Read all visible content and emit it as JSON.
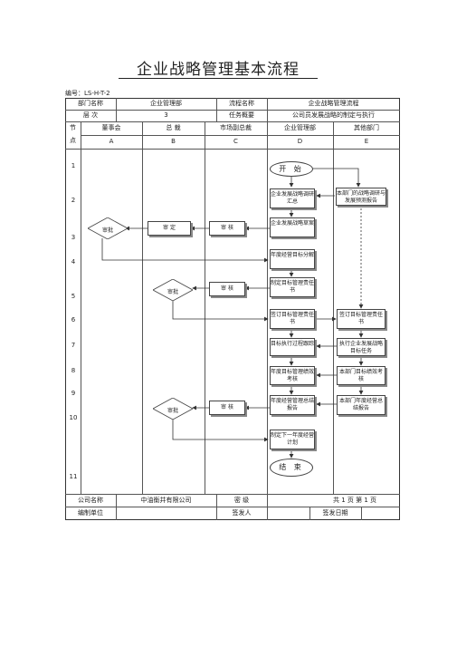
{
  "title": "企业战略管理基本流程",
  "code": "编号：LS-H-T-2",
  "header": {
    "dept_label": "部门名称",
    "dept_value": "企业管理部",
    "flow_label": "流程名称",
    "flow_value": "企业战略管理流程",
    "level_label": "层    次",
    "level_value": "3",
    "overview_label": "任务概要",
    "overview_value": "公司员发展战略的制定与执行"
  },
  "lane_header": {
    "node_label_1": "节",
    "node_label_2": "点",
    "lanes": [
      "董事会",
      "总  裁",
      "市场副总裁",
      "企业管理部",
      "其他部门"
    ],
    "letters": [
      "A",
      "B",
      "C",
      "D",
      "E"
    ]
  },
  "rows": [
    "1",
    "2",
    "3",
    "4",
    "5",
    "6",
    "7",
    "8",
    "9",
    "10",
    "11"
  ],
  "flow": {
    "start": "开 始",
    "end": "结 束",
    "d_collect": "企业发展战略调研汇总",
    "e_report": "本部门的战略调研与发展预测报告",
    "d_draft": "企业发展战略草案",
    "c_review1": "审 核",
    "b_set": "审 定",
    "a_approve1": "审批",
    "d_decompose": "年度经营目标分解",
    "d_doc": "制定目标管理责任书",
    "c_review2": "审 核",
    "b_approve2": "审批",
    "d_sign": "签订目标管理责任书",
    "e_sign": "签订目标管理责任书",
    "d_exec": "目标执行过程跟踪",
    "e_exec": "执行企业发展战略目标任务",
    "d_perf": "年度目标管理绩效考核",
    "e_perf": "本部门目标绩效考核",
    "d_summary": "年度经营管理总结报告",
    "e_summary": "本部门年度经营总结报告",
    "c_review3": "审 核",
    "b_approve3": "审批",
    "d_next": "制定下一年度经营计划"
  },
  "footer": {
    "company_label": "公司名称",
    "company_value": "中油衡井有限公司",
    "secret_label": "密    级",
    "pages": "共 1 页  第 1 页",
    "org_label": "编制单位",
    "issuer_label": "签发人",
    "date_label": "签发日期"
  }
}
